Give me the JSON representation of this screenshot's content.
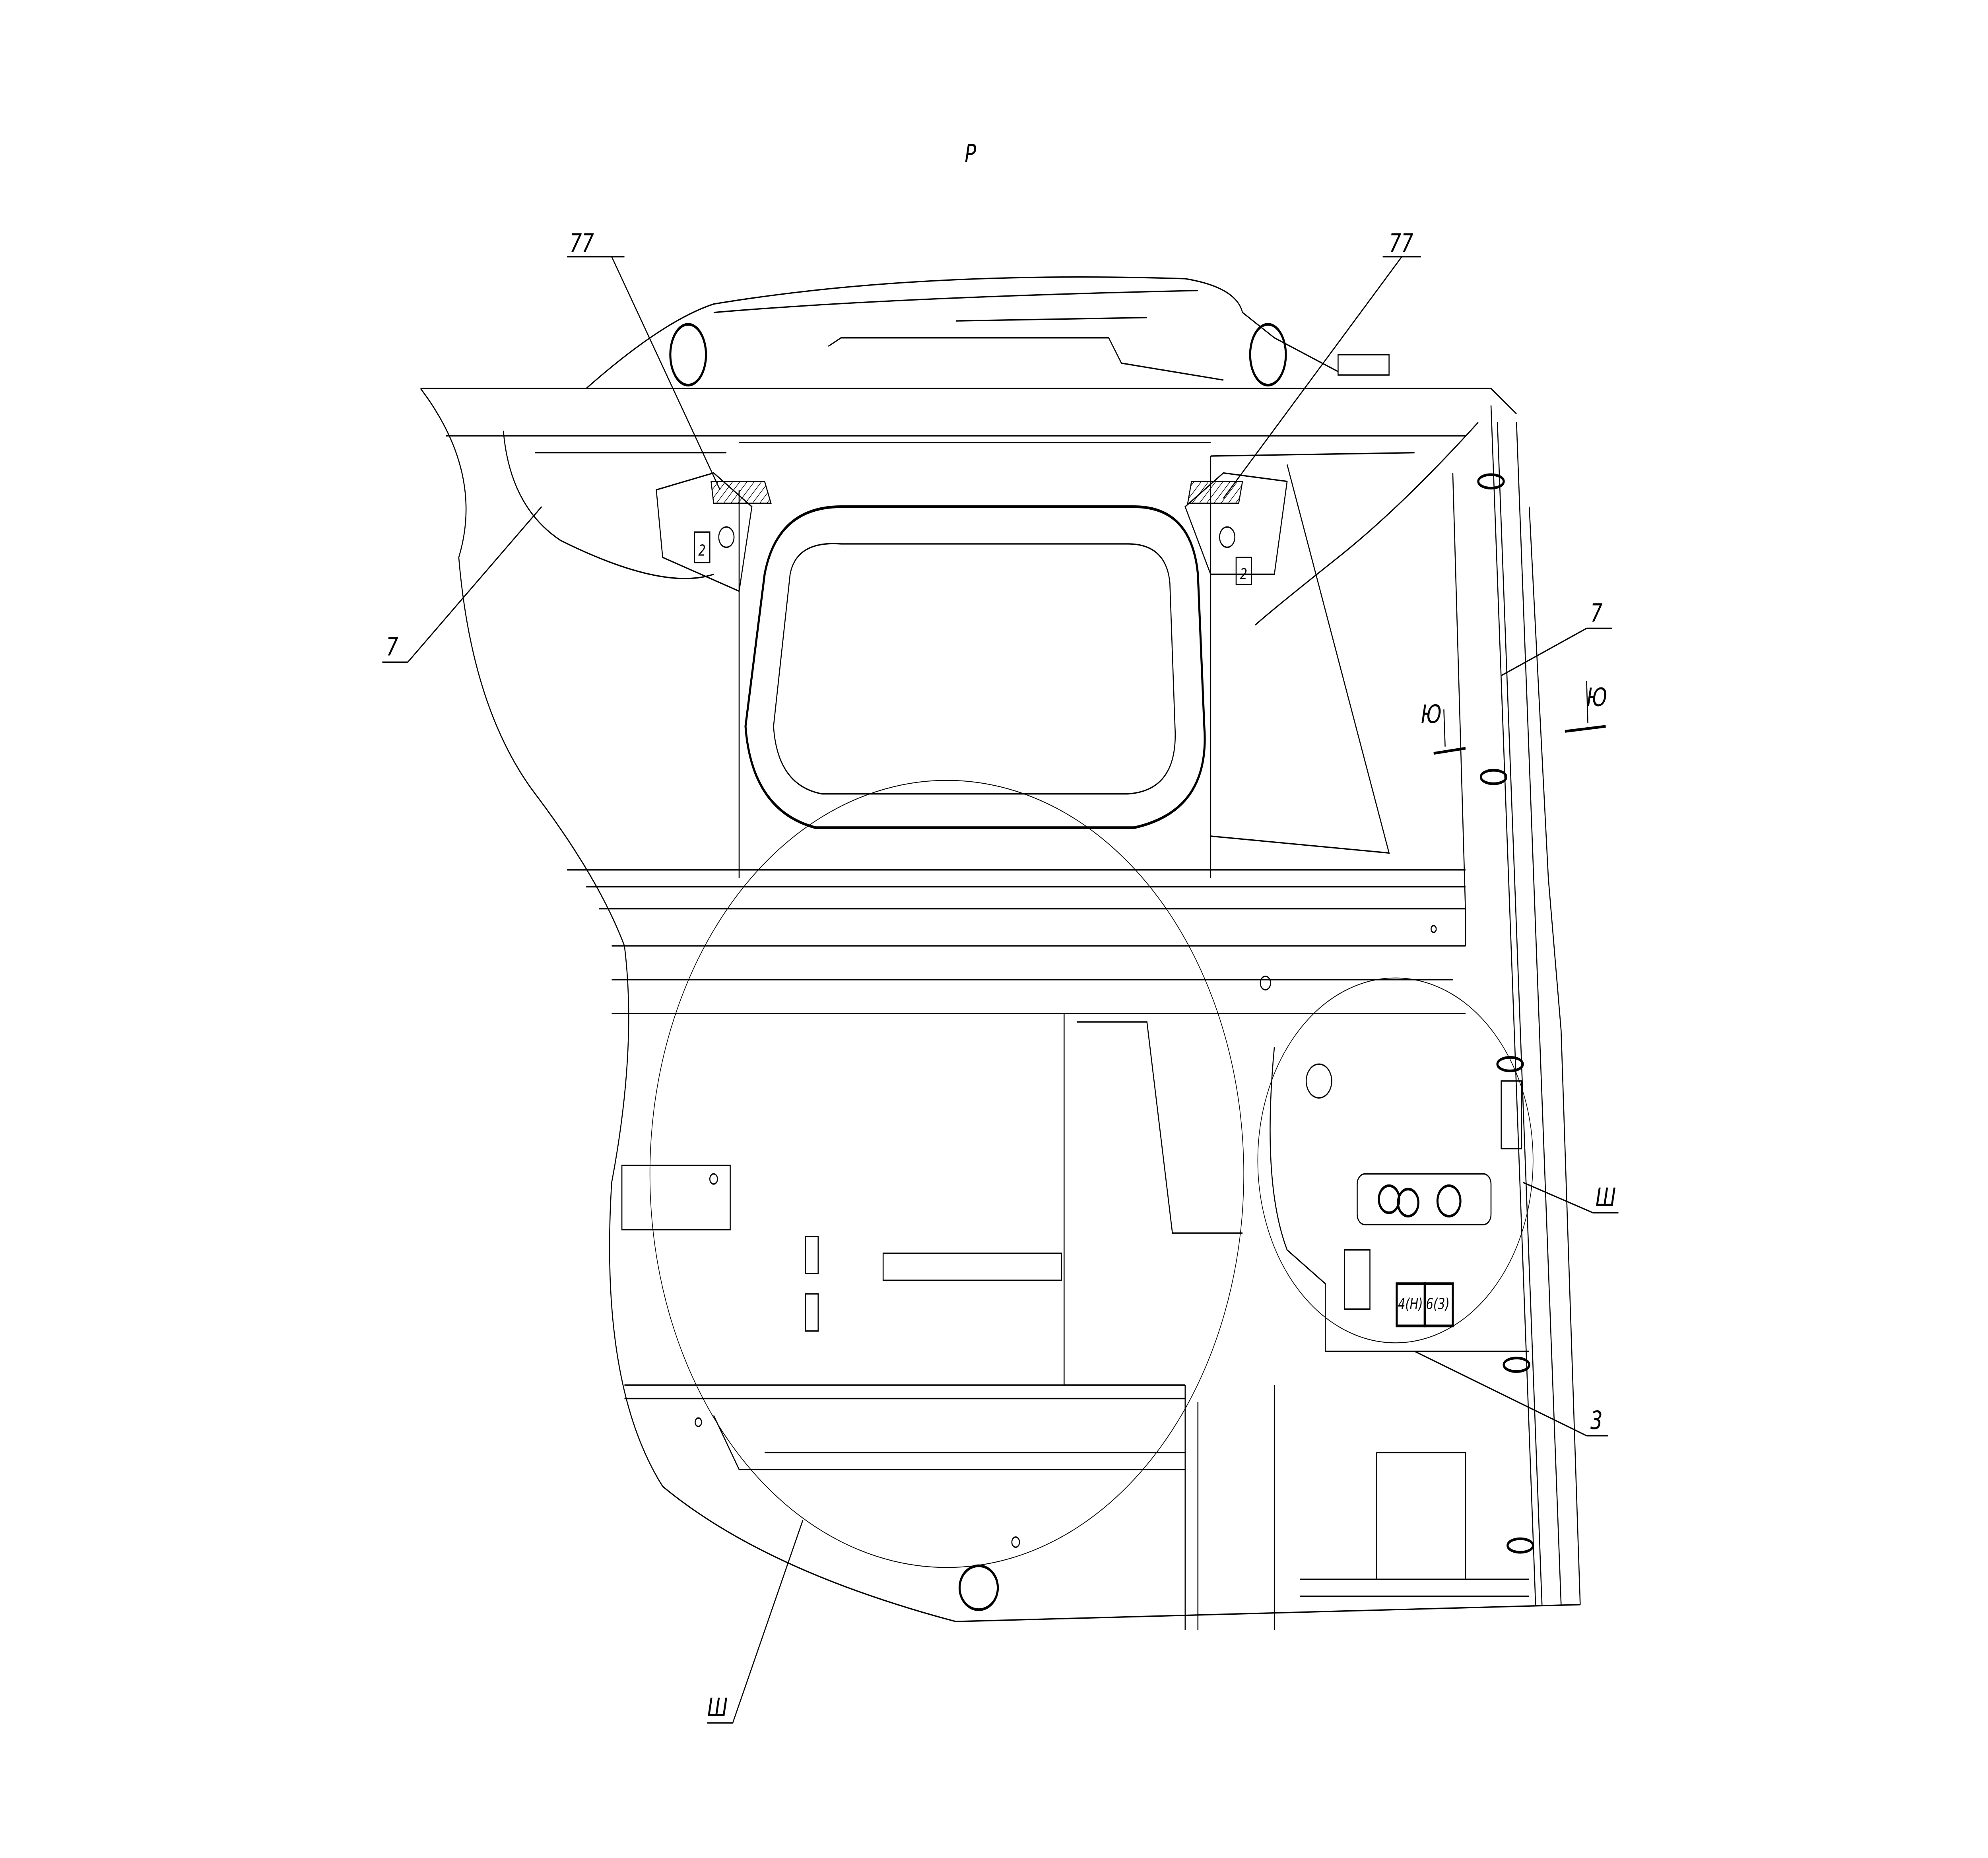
{
  "view_label": "Р",
  "callouts": {
    "item_77_left": "77",
    "item_77_right": "77",
    "item_7_left": "7",
    "item_7_right": "7",
    "section_yu_left": "Ю",
    "section_yu_right": "Ю",
    "detail_sh_right": "Ш",
    "detail_sh_bottom": "Ш",
    "item_3": "3",
    "mark_2_left": "2",
    "mark_2_right": "2",
    "socket_label_a": "4(Н)",
    "socket_label_b": "6(3)"
  }
}
